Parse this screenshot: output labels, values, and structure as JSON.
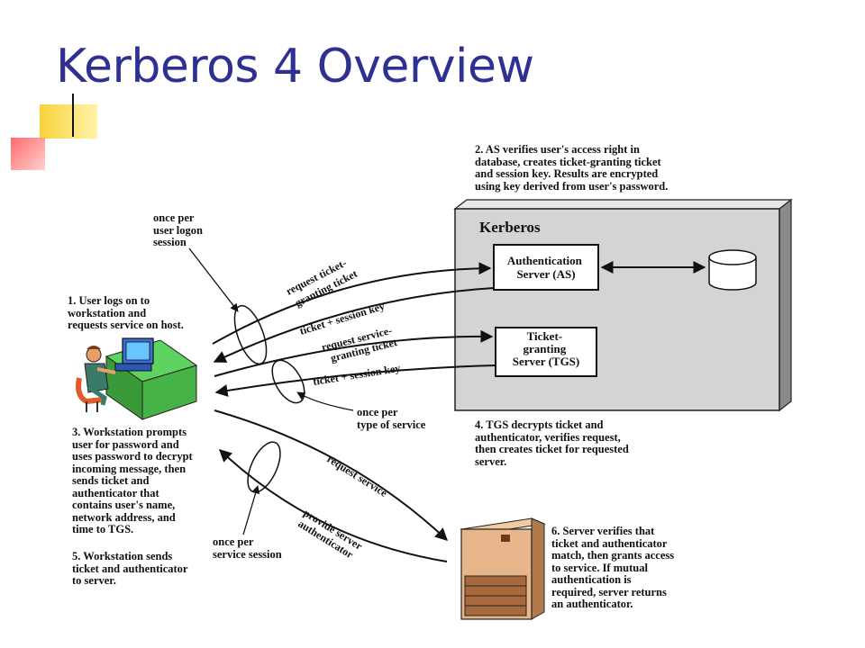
{
  "slide": {
    "title": "Kerberos 4 Overview"
  },
  "diagram": {
    "kerberos_label": "Kerberos",
    "as_box": "Authentication\nServer (AS)",
    "tgs_box": "Ticket-\ngranting\nServer (TGS)",
    "steps": {
      "s1": "1. User logs on to\nworkstation and\nrequests service on host.",
      "s2": "2. AS verifies user's access right in\ndatabase, creates ticket-granting ticket\nand session key. Results are encrypted\nusing key derived from user's password.",
      "s3": "3. Workstation prompts\nuser for password and\nuses password to decrypt\nincoming message, then\nsends ticket and\nauthenticator that\ncontains user's name,\nnetwork address, and\ntime to TGS.",
      "s4": "4. TGS decrypts ticket and\nauthenticator, verifies request,\nthen creates ticket for requested\nserver.",
      "s5": "5. Workstation sends\nticket and authenticator\nto server.",
      "s6": "6. Server verifies that\nticket and authenticator\nmatch, then grants access\nto service. If mutual\nauthentication is\nrequired, server returns\nan authenticator."
    },
    "notes": {
      "per_logon": "once per\nuser logon\nsession",
      "per_type": "once per\ntype of service",
      "per_session": "once per\nservice session"
    },
    "arrows": {
      "req_tgt_1": "request ticket-",
      "req_tgt_2": "granting ticket",
      "tkt_key_1": "ticket + session key",
      "req_sgt_1": "request service-",
      "req_sgt_2": "granting ticket",
      "tkt_key_2": "ticket + session key",
      "req_service": "request service",
      "provide_1": "provide server",
      "provide_2": "authenticator"
    }
  }
}
